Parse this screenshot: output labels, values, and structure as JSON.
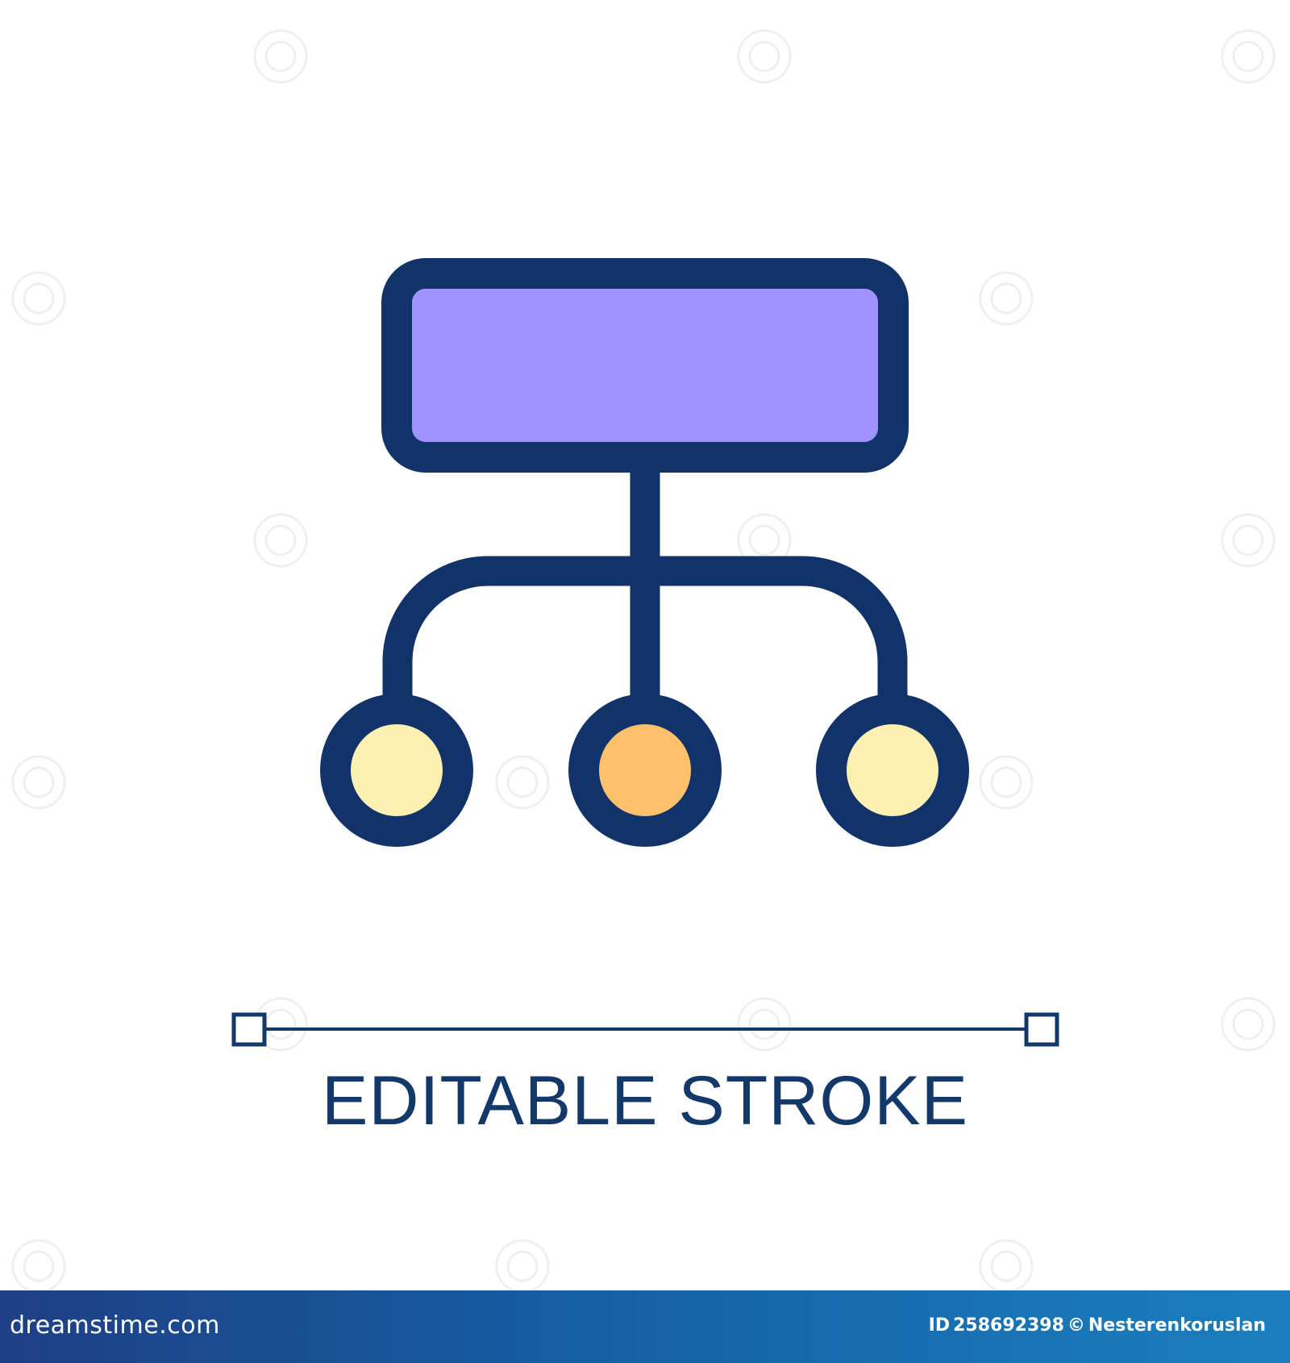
{
  "caption": "EDITABLE STROKE",
  "footer": {
    "brand": "dreamstime.com",
    "id_label": "ID",
    "id_value": "258692398",
    "copyright_symbol": "©",
    "author": "Nesterenkoruslan"
  },
  "icon": {
    "name": "hierarchy-icon",
    "colors": {
      "stroke": "#11336a",
      "box_fill": "#a193ff",
      "left_node_fill": "#fcefb2",
      "middle_node_fill": "#ffc06c",
      "right_node_fill": "#fcefb2"
    }
  },
  "watermark": {
    "name": "dreamstime-watermark"
  }
}
